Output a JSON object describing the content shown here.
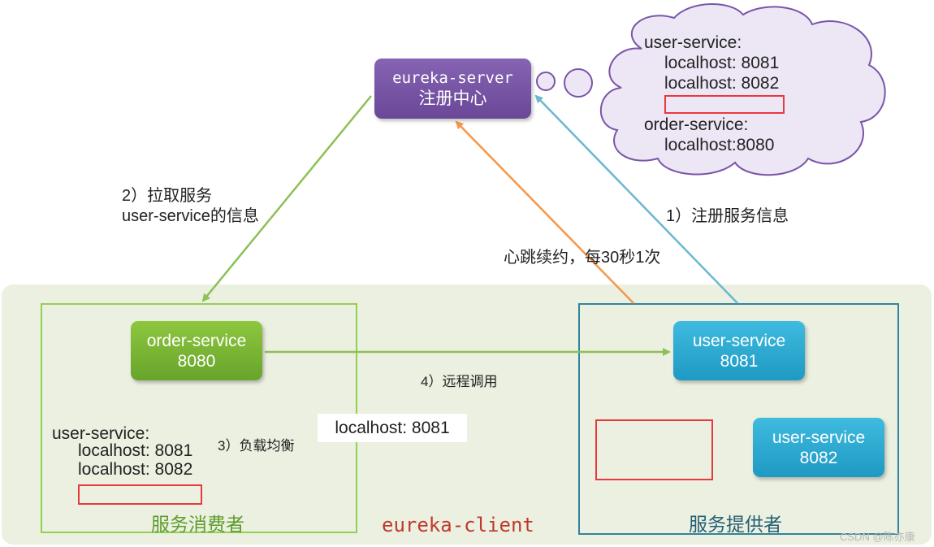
{
  "server": {
    "line1": "eureka-server",
    "line2": "注册中心",
    "color": "#7a55a7"
  },
  "cloud": {
    "user_service_label": "user-service:",
    "entry1": "localhost: 8081",
    "entry2": "localhost: 8082",
    "order_service_label": "order-service:",
    "entry3": "localhost:8080",
    "fill": "#ede6f5",
    "stroke": "#7a55a7"
  },
  "steps": {
    "register": "1）注册服务信息",
    "pull_line1": "2）拉取服务",
    "pull_line2": "user-service的信息",
    "heartbeat": "心跳续约，每30秒1次",
    "load_balance": "3）负载均衡",
    "remote_call": "4）远程调用"
  },
  "consumer": {
    "node_line1": "order-service",
    "node_line2": "8080",
    "list_label": "user-service:",
    "list_entry1": "localhost: 8081",
    "list_entry2": "localhost: 8082",
    "title": "服务消费者",
    "color": "#92d050"
  },
  "provider": {
    "node1_line1": "user-service",
    "node1_line2": "8081",
    "node2_line1": "user-service",
    "node2_line2": "8082",
    "title": "服务提供者",
    "color": "#31849b"
  },
  "chosen_instance": "localhost: 8081",
  "client_label": "eureka-client",
  "watermark": "CSDN @陈亦康"
}
